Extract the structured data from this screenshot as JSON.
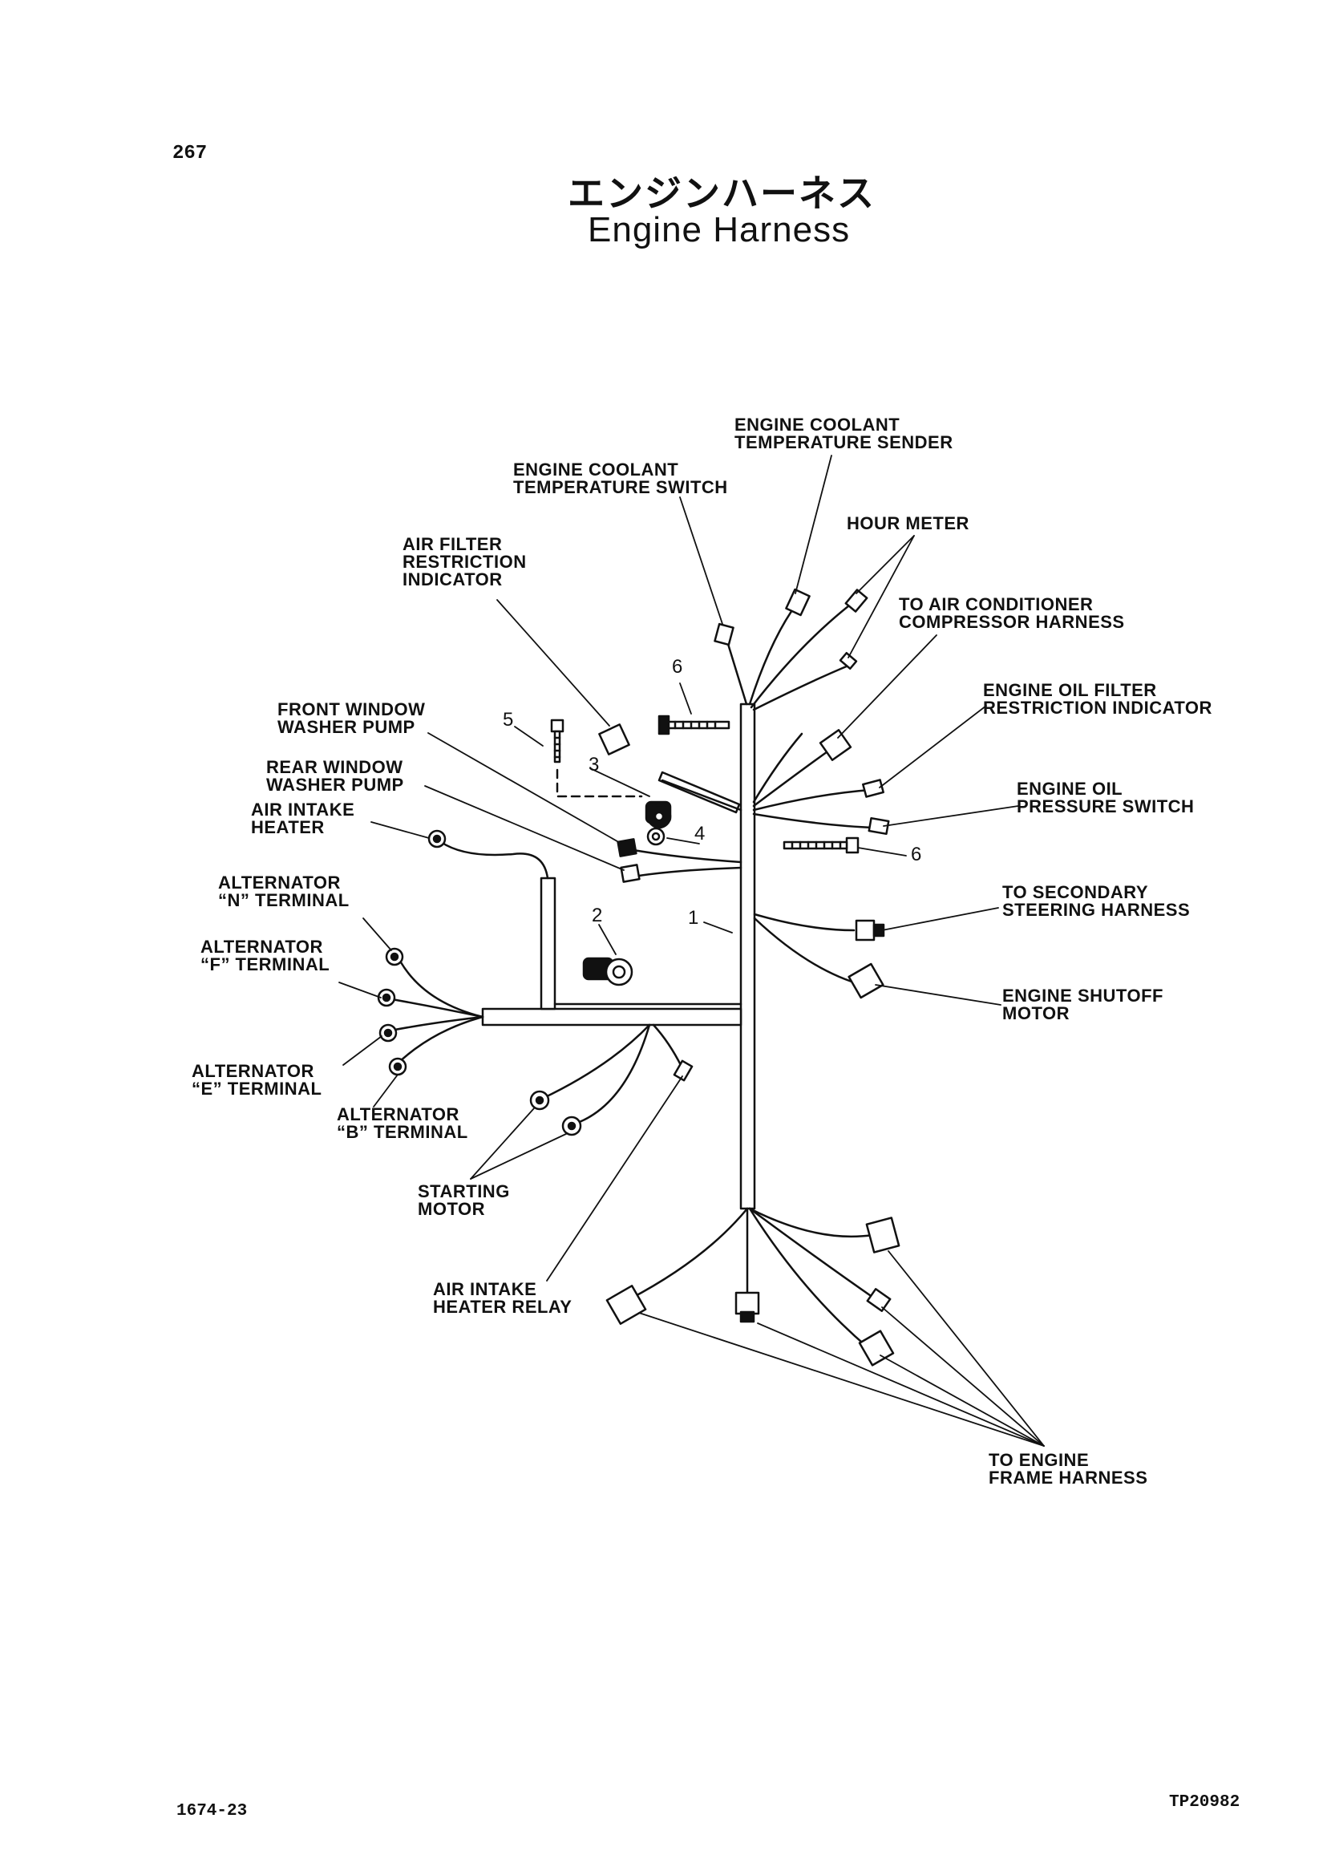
{
  "page_number": "267",
  "title_jp": "エンジンハーネス",
  "title_en": "Engine Harness",
  "footer_left": "1674-23",
  "footer_right": "TP20982",
  "labels": {
    "coolant_sender": [
      "ENGINE COOLANT",
      "TEMPERATURE SENDER"
    ],
    "coolant_switch": [
      "ENGINE COOLANT",
      "TEMPERATURE SWITCH"
    ],
    "hour_meter": [
      "HOUR METER"
    ],
    "air_filter": [
      "AIR FILTER",
      "RESTRICTION",
      "INDICATOR"
    ],
    "air_conditioner": [
      "TO AIR CONDITIONER",
      "COMPRESSOR HARNESS"
    ],
    "oil_filter": [
      "ENGINE OIL FILTER",
      "RESTRICTION INDICATOR"
    ],
    "front_washer": [
      "FRONT WINDOW",
      "WASHER PUMP"
    ],
    "rear_washer": [
      "REAR WINDOW",
      "WASHER PUMP"
    ],
    "air_intake_heater": [
      "AIR INTAKE",
      "HEATER"
    ],
    "oil_pressure": [
      "ENGINE OIL",
      "PRESSURE SWITCH"
    ],
    "alt_n": [
      "ALTERNATOR",
      "“N” TERMINAL"
    ],
    "alt_f": [
      "ALTERNATOR",
      "“F” TERMINAL"
    ],
    "secondary_steering": [
      "TO SECONDARY",
      "STEERING HARNESS"
    ],
    "shutoff_motor": [
      "ENGINE SHUTOFF",
      "MOTOR"
    ],
    "alt_e": [
      "ALTERNATOR",
      "“E” TERMINAL"
    ],
    "alt_b": [
      "ALTERNATOR",
      "“B” TERMINAL"
    ],
    "starting_motor": [
      "STARTING",
      "MOTOR"
    ],
    "heater_relay": [
      "AIR INTAKE",
      "HEATER RELAY"
    ],
    "frame_harness": [
      "TO ENGINE",
      "FRAME HARNESS"
    ]
  },
  "callouts": {
    "n1": "1",
    "n2": "2",
    "n3": "3",
    "n4": "4",
    "n5": "5",
    "n6a": "6",
    "n6b": "6"
  }
}
